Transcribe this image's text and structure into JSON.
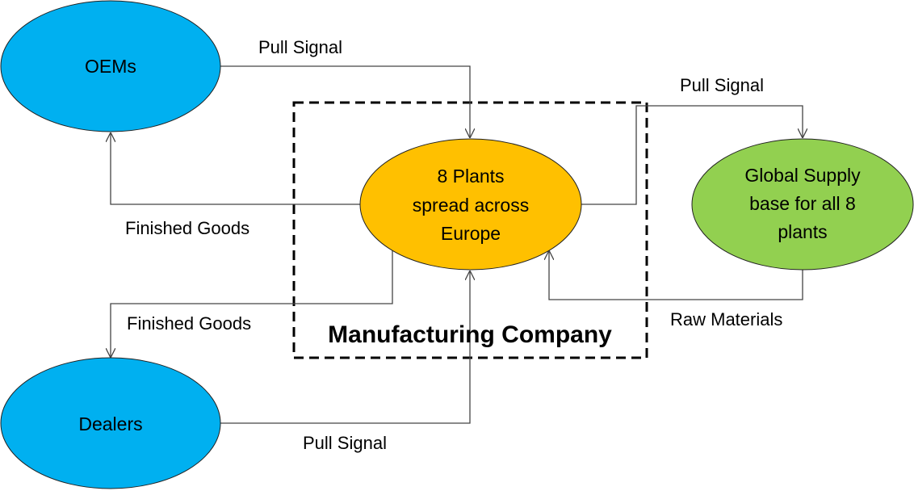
{
  "nodes": {
    "oems": {
      "label": "OEMs",
      "color": "#00B0F0"
    },
    "dealers": {
      "label": "Dealers",
      "color": "#00B0F0"
    },
    "plants": {
      "lines": [
        "8 Plants",
        "spread across",
        "Europe"
      ],
      "color": "#FFC000"
    },
    "supply": {
      "lines": [
        "Global Supply",
        "base for all 8",
        "plants"
      ],
      "color": "#92D050"
    }
  },
  "boundary": {
    "label": "Manufacturing Company"
  },
  "edges": {
    "oem_pull": "Pull Signal",
    "supply_pull": "Pull Signal",
    "oem_goods": "Finished Goods",
    "dealer_goods": "Finished Goods",
    "raw": "Raw Materials",
    "dealer_pull": "Pull Signal"
  }
}
